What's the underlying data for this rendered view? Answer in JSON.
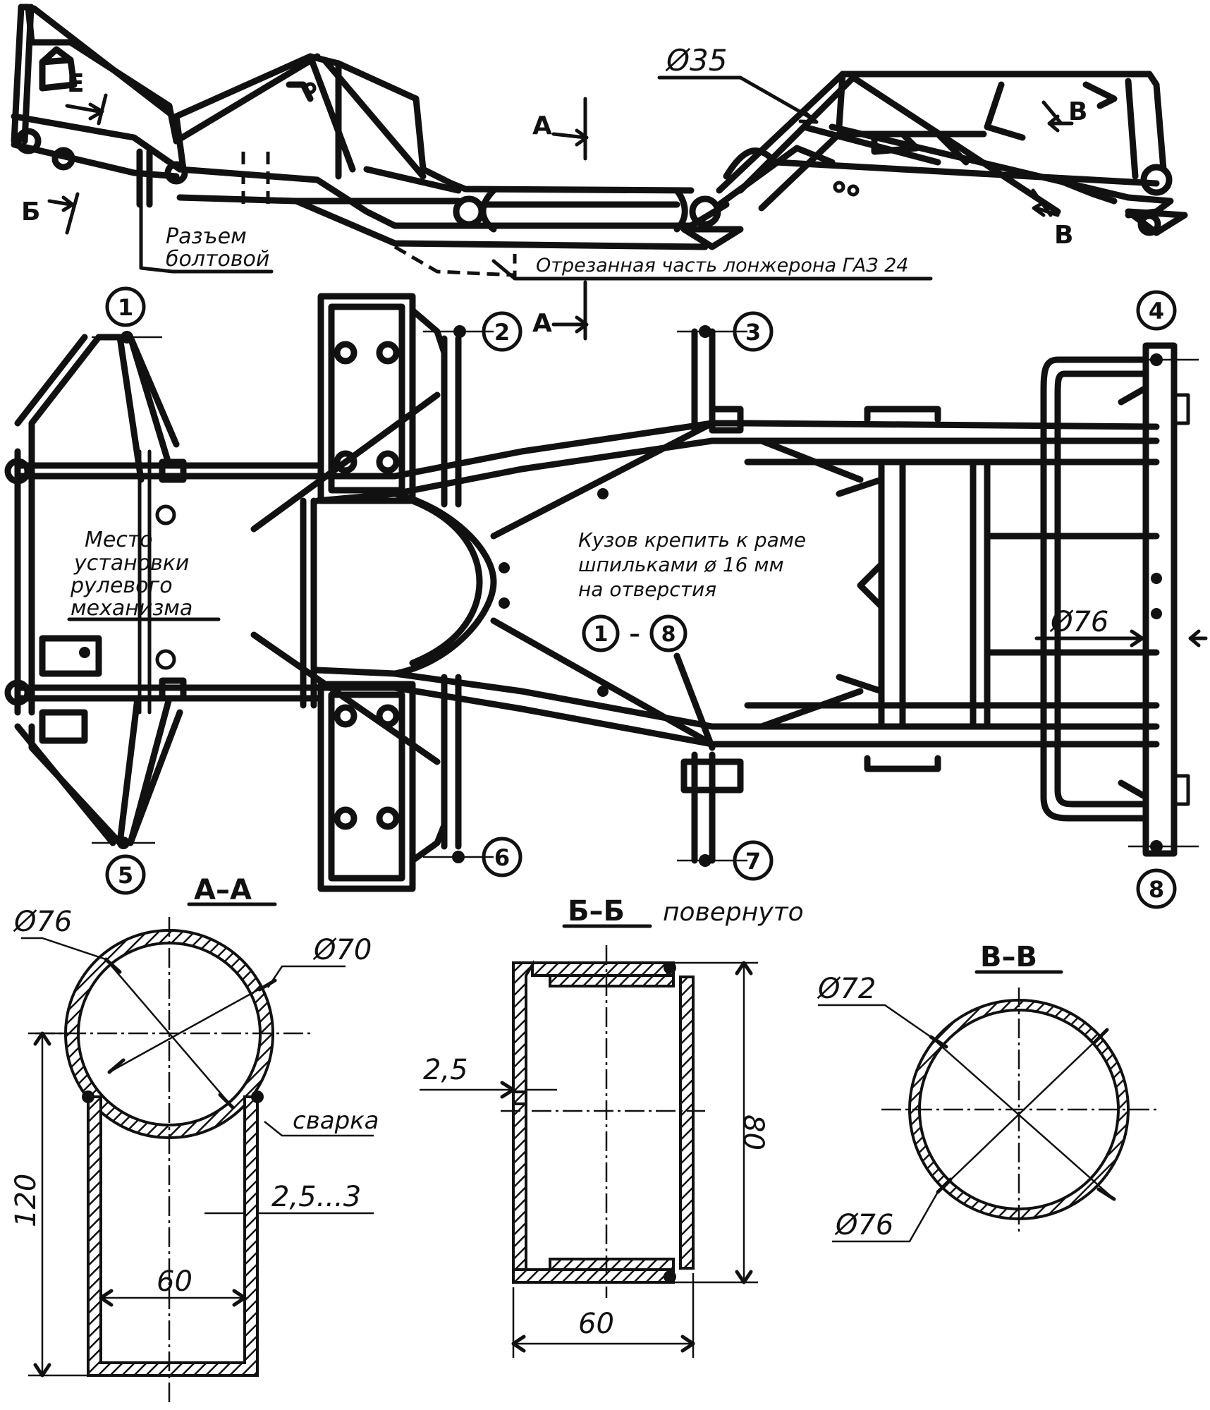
{
  "labels": {
    "d35": "Ø35",
    "view_e": "Е",
    "view_b_left": "Б",
    "section_a_top": "А",
    "section_a_bottom": "А",
    "view_v_top": "В",
    "view_v_bottom": "В",
    "bolt_joint_line1": "Разъем",
    "bolt_joint_line2": "болтовой",
    "cut_part": "Отрезанная часть лонжерона ГАЗ 24",
    "steering_1": "Место",
    "steering_2": "установки",
    "steering_3": "рулевого",
    "steering_4": "механизма",
    "body_1": "Кузов крепить к раме",
    "body_2": "шпильками ø 16 мм",
    "body_3": "на отверстия",
    "range_from": "1",
    "range_dash": "–",
    "range_to": "8",
    "d76_plan": "Ø76"
  },
  "mount_points": [
    "1",
    "2",
    "3",
    "4",
    "5",
    "6",
    "7",
    "8"
  ],
  "section_aa": {
    "title": "А–А",
    "d_outer": "Ø76",
    "d_inner": "Ø70",
    "height": "120",
    "width": "60",
    "wall": "2,5...3",
    "weld": "сварка"
  },
  "section_bb": {
    "title": "Б–Б",
    "note": "повернуто",
    "wall": "2,5",
    "height": "80",
    "width": "60"
  },
  "section_vv": {
    "title": "В–В",
    "d_inner": "Ø72",
    "d_outer": "Ø76"
  }
}
